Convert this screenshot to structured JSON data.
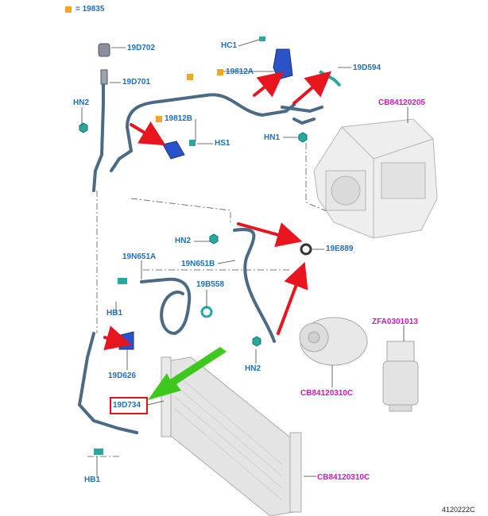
{
  "legend": {
    "text": "= 19835",
    "color": "#f5a623"
  },
  "parts": {
    "p19D702": "19D702",
    "p19D701": "19D701",
    "hn2_top": "HN2",
    "hc1": "HC1",
    "p19812A": "19812A",
    "p19D594": "19D594",
    "cb84120205": "CB84120205",
    "p19812B": "19812B",
    "hs1": "HS1",
    "hn1": "HN1",
    "hn2_mid": "HN2",
    "p19E889": "19E889",
    "p19N651A": "19N651A",
    "p19N651B": "19N651B",
    "p19B558": "19B558",
    "hb1_top": "HB1",
    "zfa0301013": "ZFA0301013",
    "p19D626": "19D626",
    "hn2_low": "HN2",
    "cb84120310c_a": "CB84120310C",
    "p19D734": "19D734",
    "hb1_bottom": "HB1",
    "cb84120310c_b": "CB84120310C"
  },
  "footer_code": "4120222C",
  "colors": {
    "label_blue": "#1f6fb8",
    "label_magenta": "#d01ab8",
    "highlight_red": "#e0141e",
    "arrow_red": "#e8141e",
    "arrow_green": "#3ec81e",
    "pipe": "#4a6a86",
    "part_blue": "#2a52c9",
    "fitting_teal": "#2aa7a0",
    "marker_orange": "#f5a623"
  }
}
